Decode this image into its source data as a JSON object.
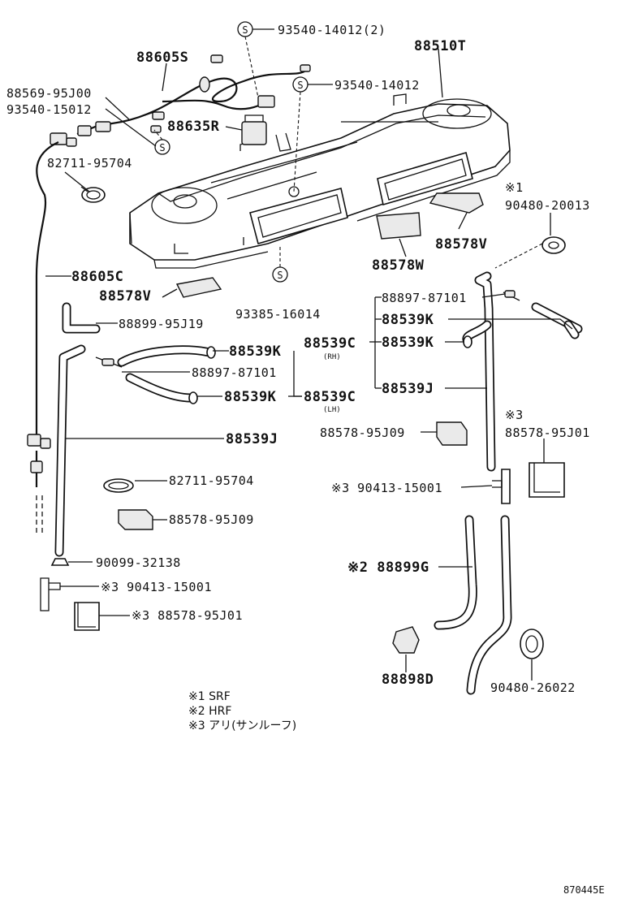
{
  "diagram": {
    "labels": {
      "l_93540_14012_2": "93540-14012(2)",
      "l_88510T": "88510T",
      "l_88605S": "88605S",
      "l_93540_14012": "93540-14012",
      "l_88569_95J00": "88569-95J00",
      "l_93540_15012": "93540-15012",
      "l_88635R": "88635R",
      "l_82711_95704_a": "82711-95704",
      "l_mark1": "※1",
      "l_90480_20013": "90480-20013",
      "l_88578V_a": "88578V",
      "l_88578W": "88578W",
      "l_88605C": "88605C",
      "l_88578V_b": "88578V",
      "l_93385_16014": "93385-16014",
      "l_88897_87101_a": "88897-87101",
      "l_88539K_a": "88539K",
      "l_88899_95J19": "88899-95J19",
      "l_88539C_rh": "88539C",
      "l_rh": "(RH)",
      "l_88539K_b": "88539K",
      "l_88539K_c": "88539K",
      "l_88897_87101_b": "88897-87101",
      "l_88539J_a": "88539J",
      "l_88539K_d": "88539K",
      "l_88539C_lh": "88539C",
      "l_lh": "(LH)",
      "l_mark3_a": "※3",
      "l_88578_95J09_a": "88578-95J09",
      "l_88578_95J01_a": "88578-95J01",
      "l_88539J_b": "88539J",
      "l_82711_95704_b": "82711-95704",
      "l_90413_15001_a": "※3 90413-15001",
      "l_88578_95J09_b": "88578-95J09",
      "l_90099_32138": "90099-32138",
      "l_88899G": "※2 88899G",
      "l_90413_15001_b": "※3 90413-15001",
      "l_88578_95J01_b": "※3 88578-95J01",
      "l_88898D": "88898D",
      "l_90480_26022": "90480-26022"
    },
    "legend": [
      "※1 SRF",
      "※2 HRF",
      "※3 アリ(サンルーフ)"
    ],
    "screw_symbol": "S",
    "figure_code": "870445E"
  }
}
